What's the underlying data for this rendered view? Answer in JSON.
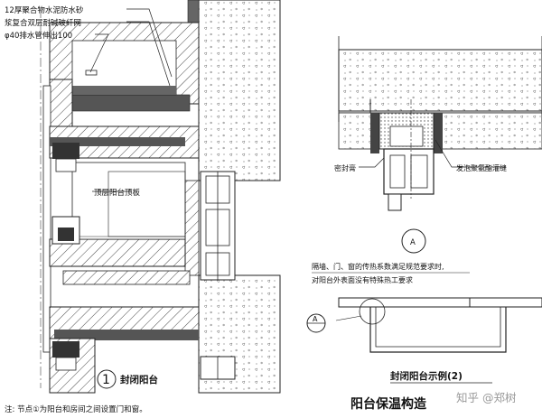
{
  "left_detail": {
    "callouts": [
      "12厚聚合物水泥防水砂",
      "浆复合双层耐碱玻纤网",
      "φ40排水管伸出100"
    ],
    "slab_label": "顶层阳台顶板",
    "node_number": "1",
    "node_title": "封闭阳台"
  },
  "right_top": {
    "sealant_label": "密封膏",
    "foam_label": "发泡聚氨酯灌缝",
    "section_mark": "A"
  },
  "right_bottom": {
    "requirement_line1": "隔墙、门、窗的传热系数满足规范要求时,",
    "requirement_line2": "对阳台外表面没有特殊热工要求",
    "section_mark": "A",
    "example_title": "封闭阳台示例(2)"
  },
  "footer": {
    "note": "注: 节点①为阳台和房间之间设置门和窗。",
    "main_title": "阳台保温构造",
    "watermark": "知乎 @郑树"
  }
}
